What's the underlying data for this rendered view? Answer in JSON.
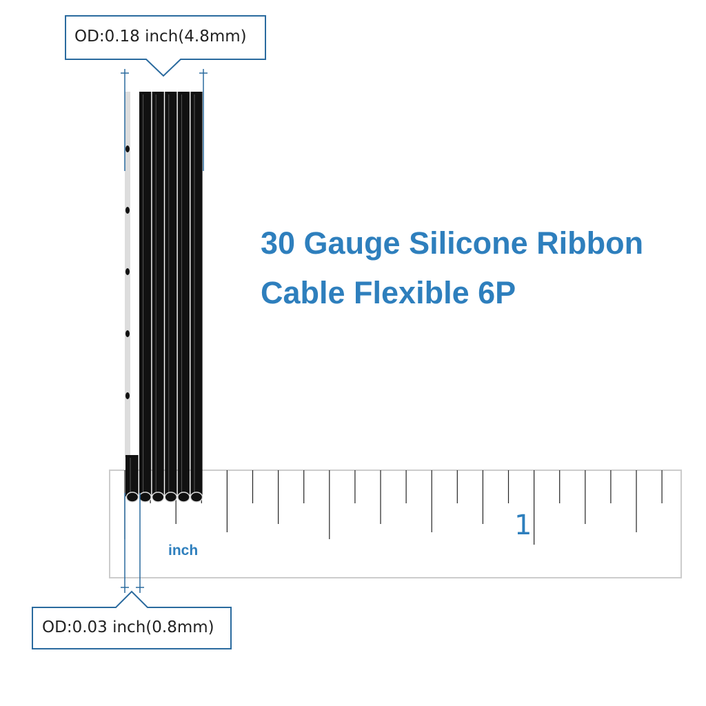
{
  "headline": {
    "line1": "30 Gauge Silicone Ribbon",
    "line2": "Cable Flexible 6P"
  },
  "callouts": {
    "total_od": "OD:0.18  inch(4.8mm)",
    "wire_od": "OD:0.03 inch(0.8mm)"
  },
  "ruler": {
    "unit_label": "inch",
    "major_label": "1"
  },
  "cable": {
    "conductor_count": 6,
    "color": "#111111"
  },
  "colors": {
    "accent": "#2e7fbd",
    "outline": "#2a6a9e",
    "ruler_border": "#cccccc"
  }
}
